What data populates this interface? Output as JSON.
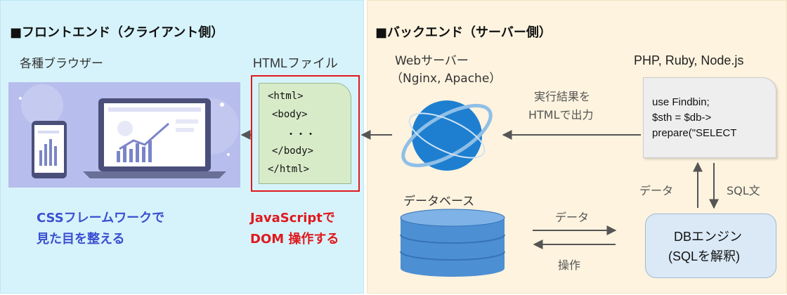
{
  "frontend": {
    "title": "■フロントエンド（クライアント側）",
    "browsers_label": "各種ブラウザー",
    "html_file_label": "HTMLファイル",
    "code_lines": [
      "<html>",
      "<body>",
      "・・・",
      "</body>",
      "</html>"
    ],
    "css_note": [
      "CSSフレームワークで",
      "見た目を整える"
    ],
    "js_note": [
      "JavaScriptで",
      "DOM 操作する"
    ]
  },
  "backend": {
    "title": "■バックエンド（サーバー側）",
    "webserver_label": [
      "Webサーバー",
      "（Nginx, Apache）"
    ],
    "output_label": [
      "実行結果を",
      "HTMLで出力"
    ],
    "lang_label": "PHP, Ruby, Node.js",
    "php_code": [
      "use Findbin;",
      "$sth = $db->",
      "prepare(\"SELECT"
    ],
    "database_label": "データベース",
    "data_label_right": "データ",
    "sql_label": "SQL文",
    "data_label_center": "データ",
    "operation_label": "操作",
    "dbengine_label": [
      "DBエンジン",
      "(SQLを解釈)"
    ]
  },
  "colors": {
    "front_bg": "#d6f3fb",
    "back_bg": "#fdf3df",
    "blue_note": "#3b4fd0",
    "red_note": "#e0191e",
    "code_bg": "#d8ebc8",
    "db_blue": "#4d8fd3",
    "globe_blue": "#1e7fd0"
  }
}
